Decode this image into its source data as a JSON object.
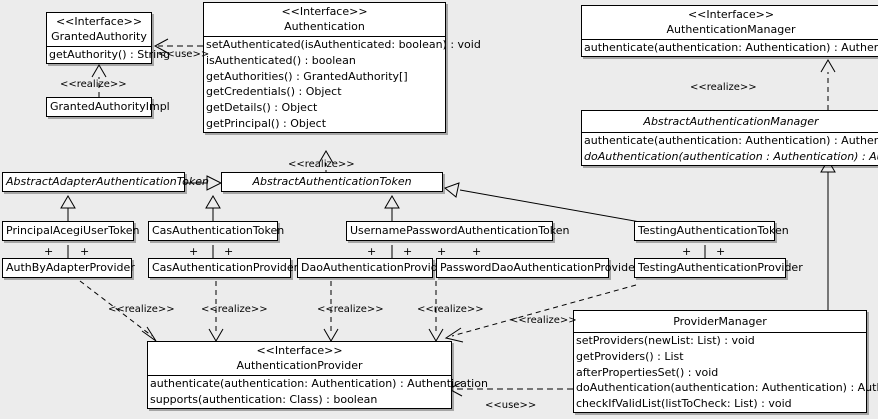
{
  "diagram": {
    "kind": "uml-class-diagram",
    "background_color": "#ececec",
    "box_fill_color": "#ffffff",
    "line_color": "#000000",
    "stereotype_interface": "<<Interface>>",
    "stereotype_realize": "<<realize>>",
    "stereotype_use": "<<use>>"
  },
  "classes": {
    "granted_authority": {
      "stereotype": "<<Interface>>",
      "name": "GrantedAuthority",
      "operations": [
        "getAuthority() : String"
      ]
    },
    "granted_authority_impl": {
      "name": "GrantedAuthorityImpl"
    },
    "authentication": {
      "stereotype": "<<Interface>>",
      "name": "Authentication",
      "operations": [
        "setAuthenticated(isAuthenticated: boolean) : void",
        "isAuthenticated() : boolean",
        "getAuthorities() : GrantedAuthority[]",
        "getCredentials() : Object",
        "getDetails() : Object",
        "getPrincipal() : Object"
      ]
    },
    "authentication_manager": {
      "stereotype": "<<Interface>>",
      "name": "AuthenticationManager",
      "operations": [
        "authenticate(authentication: Authentication) : Authentication"
      ]
    },
    "abstract_authentication_manager": {
      "name": "AbstractAuthenticationManager",
      "operations": [
        "authenticate(authentication: Authentication) : Authentication",
        "doAuthentication(authentication : Authentication) : Authentication"
      ]
    },
    "abstract_adapter_authentication_token": {
      "name": "AbstractAdapterAuthenticationToken"
    },
    "abstract_authentication_token": {
      "name": "AbstractAuthenticationToken"
    },
    "principal_acegi_user_token": {
      "name": "PrincipalAcegiUserToken"
    },
    "cas_authentication_token": {
      "name": "CasAuthenticationToken"
    },
    "username_password_authentication_token": {
      "name": "UsernamePasswordAuthenticationToken"
    },
    "testing_authentication_token": {
      "name": "TestingAuthenticationToken"
    },
    "auth_by_adapter_provider": {
      "name": "AuthByAdapterProvider"
    },
    "cas_authentication_provider": {
      "name": "CasAuthenticationProvider"
    },
    "dao_authentication_provider": {
      "name": "DaoAuthenticationProvider"
    },
    "password_dao_authentication_provider": {
      "name": "PasswordDaoAuthenticationProvider"
    },
    "testing_authentication_provider": {
      "name": "TestingAuthenticationProvider"
    },
    "authentication_provider": {
      "stereotype": "<<Interface>>",
      "name": "AuthenticationProvider",
      "operations": [
        "authenticate(authentication: Authentication) : Authentication",
        "supports(authentication: Class) : boolean"
      ]
    },
    "provider_manager": {
      "name": "ProviderManager",
      "operations": [
        "setProviders(newList: List) : void",
        "getProviders() : List",
        "afterPropertiesSet() : void",
        "doAuthentication(authentication: Authentication) : Authentication",
        "checkIfValidList(listToCheck: List) : void"
      ]
    }
  },
  "edge_labels": {
    "use_authentication_grantedauthority": "<<use>>",
    "realize_grantedauthorityimpl": "<<realize>>",
    "realize_abstract_authentication_token": "<<realize>>",
    "realize_abstract_authentication_manager": "<<realize>>",
    "realize_authbyadapter": "<<realize>>",
    "realize_cas": "<<realize>>",
    "realize_dao": "<<realize>>",
    "realize_passworddao": "<<realize>>",
    "realize_testing": "<<realize>>",
    "use_providermanager_authenticationprovider": "<<use>>"
  },
  "association_markers": {
    "plus": "+"
  }
}
